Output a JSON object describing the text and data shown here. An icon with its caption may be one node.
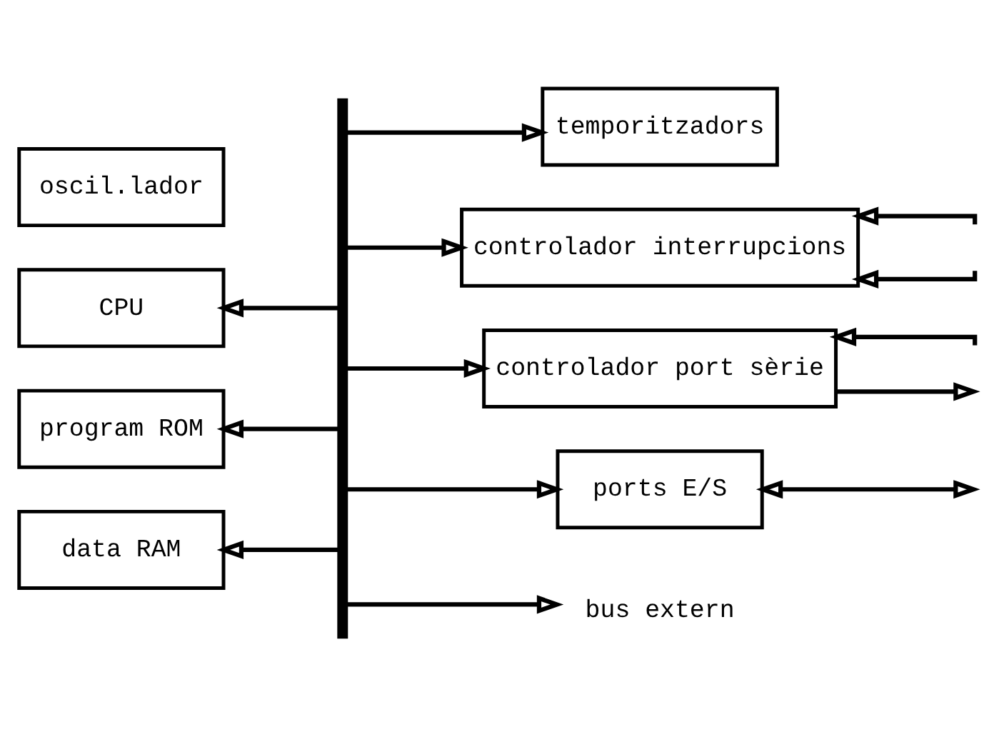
{
  "diagram": {
    "nodes": [
      {
        "text": [
          "oscil.lador"
        ]
      },
      {
        "text": [
          "CPU"
        ]
      },
      {
        "text": [
          "program ROM"
        ]
      },
      {
        "text": [
          "data RAM"
        ]
      },
      {
        "text": [
          "temporitzadors"
        ]
      },
      {
        "text": [
          "controlador interrupcions"
        ]
      },
      {
        "text": [
          "controlador port sèrie"
        ]
      },
      {
        "text": [
          "ports E/S"
        ]
      },
      {
        "text": [],
        "shape": "bar"
      },
      {
        "text": [
          "bus extern"
        ]
      }
    ],
    "edges": [
      {
        "from": 8,
        "to": 4,
        "arrow": "to"
      },
      {
        "from": 8,
        "to": 1,
        "arrow": "to"
      },
      {
        "from": 8,
        "to": 5,
        "arrow": "to"
      },
      {
        "from": 8,
        "to": 2,
        "arrow": "to"
      },
      {
        "from": 8,
        "to": 6,
        "arrow": "to"
      },
      {
        "from": 8,
        "to": 3,
        "arrow": "to"
      },
      {
        "from": 8,
        "to": 7,
        "arrow": "to"
      },
      {
        "from": 8,
        "to": 9,
        "arrow": "to"
      },
      {
        "from": null,
        "to": 5,
        "arrow": "to"
      },
      {
        "from": null,
        "to": 5,
        "arrow": "to"
      },
      {
        "from": null,
        "to": 6,
        "arrow": "to"
      },
      {
        "from": 6,
        "to": null,
        "arrow": "to"
      },
      {
        "from": 7,
        "to": null,
        "arrow": "both"
      }
    ]
  }
}
